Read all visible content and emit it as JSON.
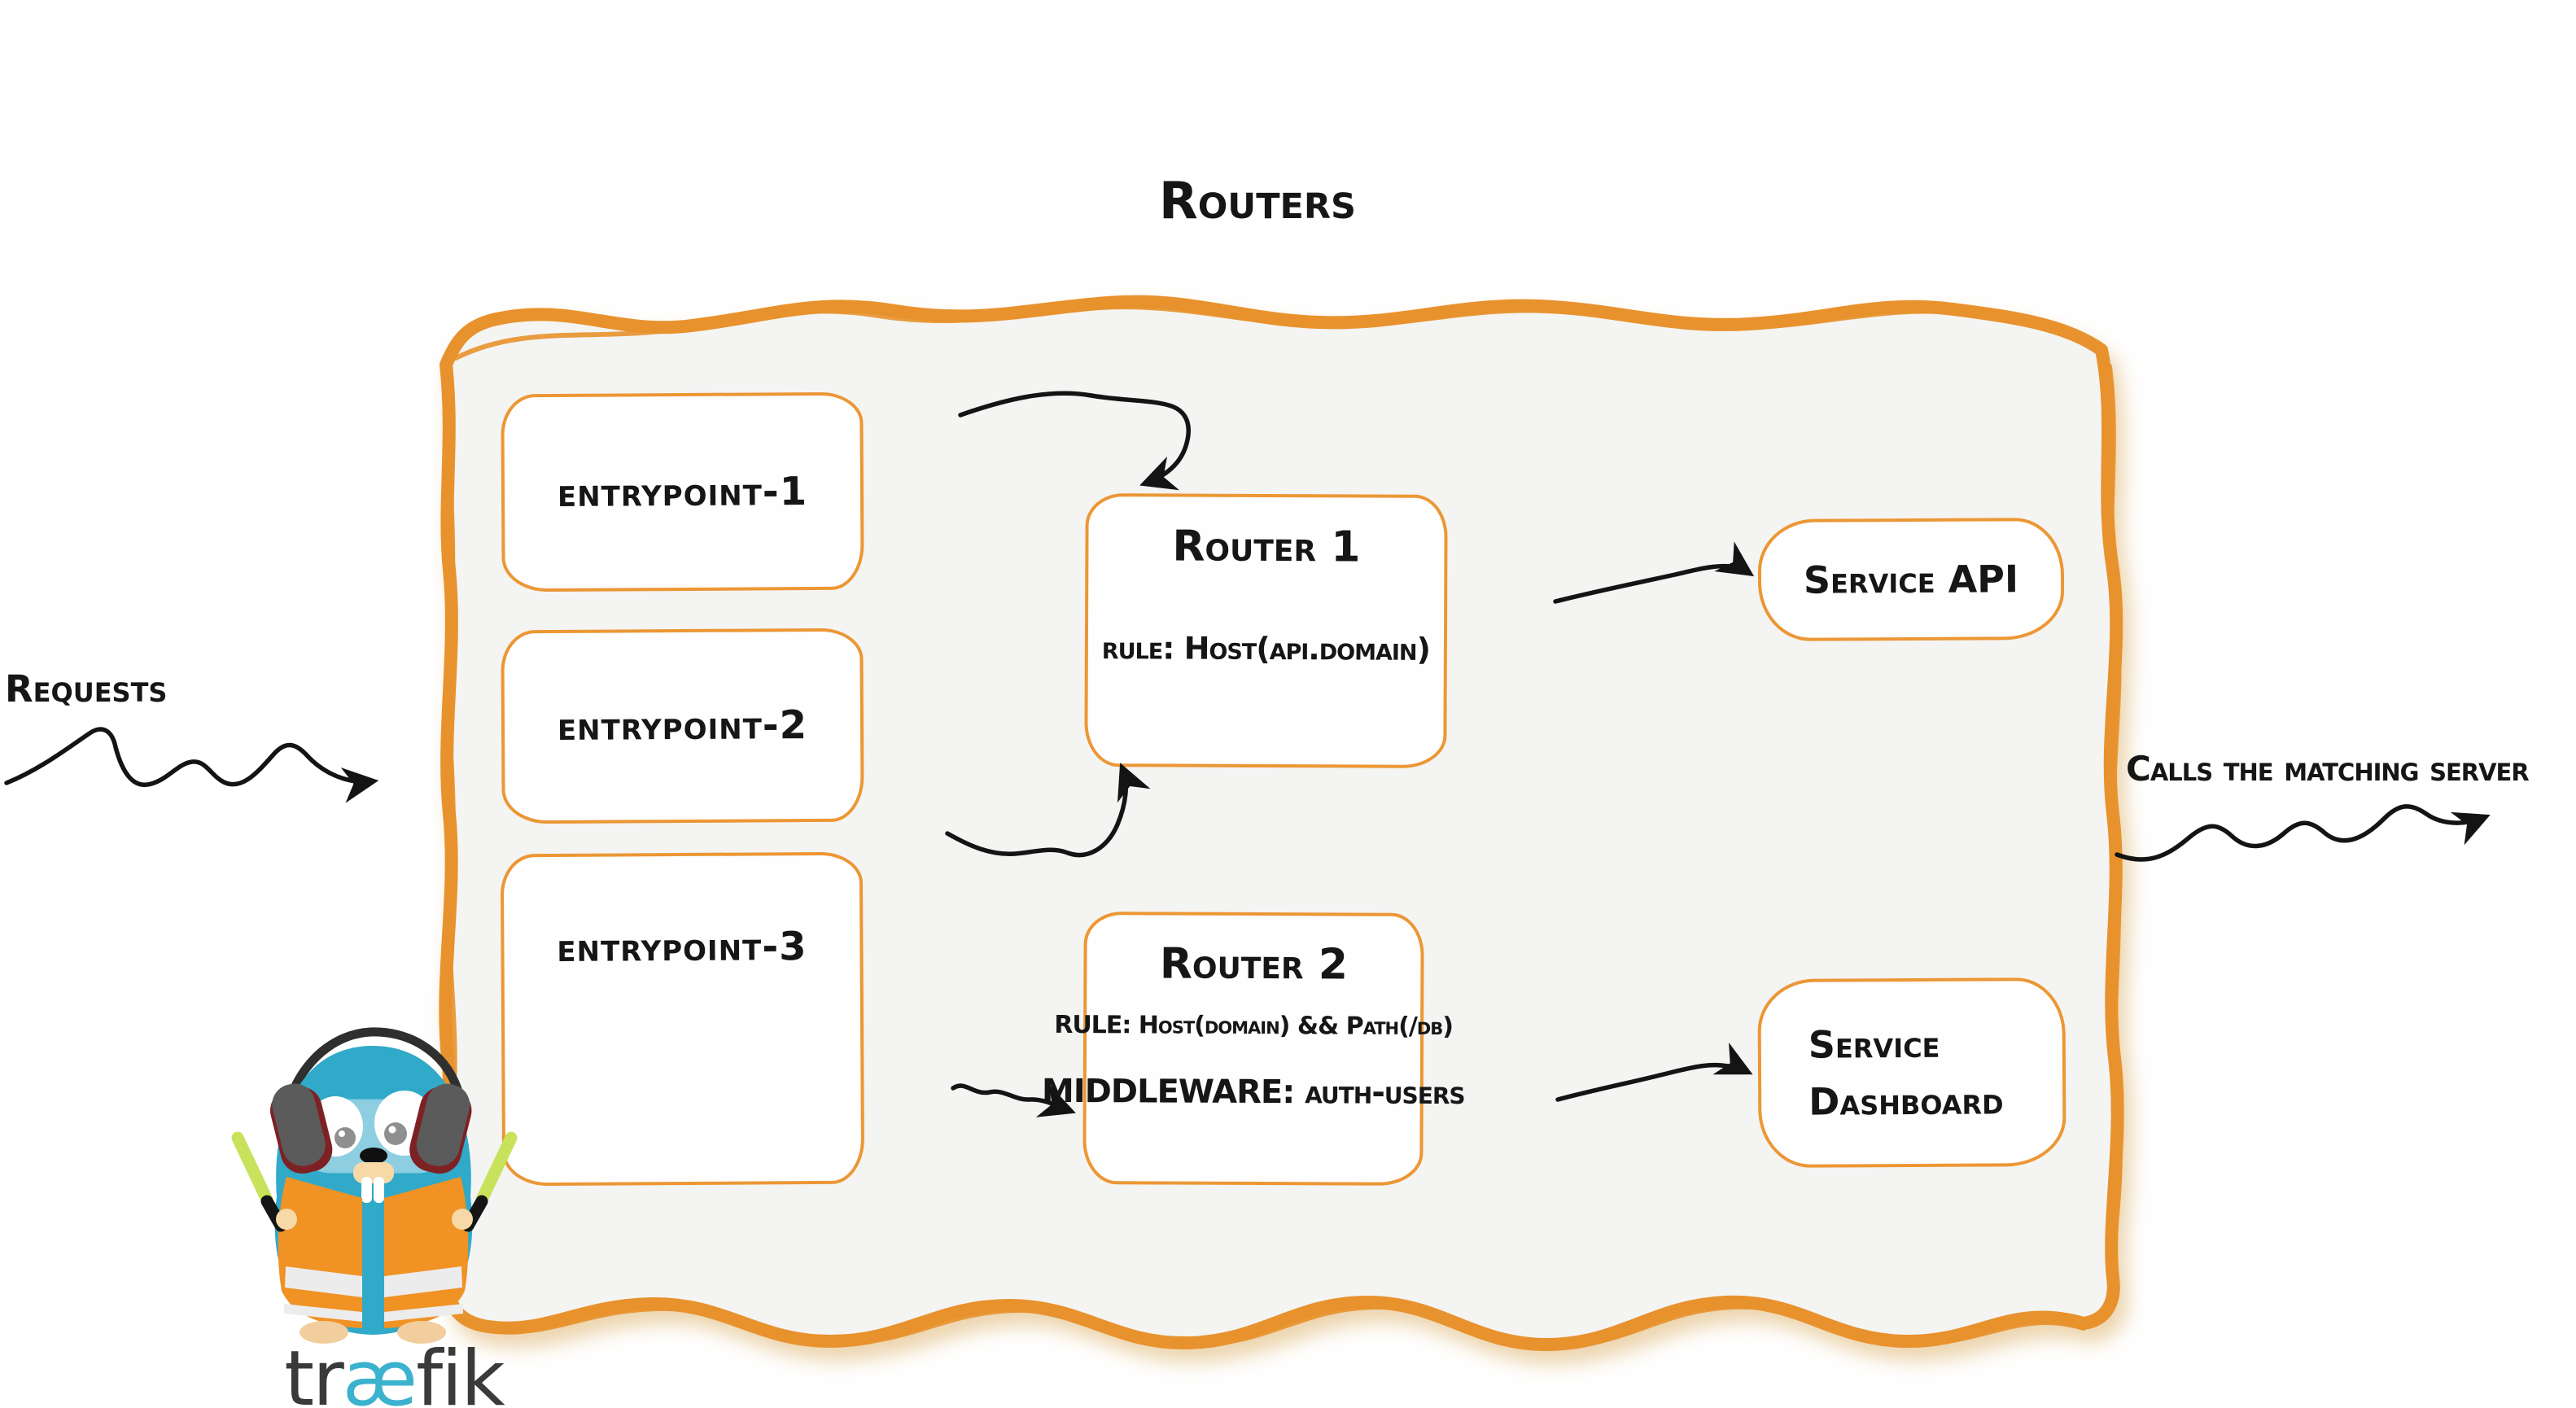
{
  "diagram": {
    "title": "Routers",
    "labels": {
      "requests": "Requests",
      "calls": "Calls the matching server"
    },
    "entrypoints": [
      {
        "label": "entrypoint-1"
      },
      {
        "label": "entrypoint-2"
      },
      {
        "label": "entrypoint-3"
      }
    ],
    "routers": [
      {
        "name": "Router 1",
        "rule": "rule: Host(api.domain)"
      },
      {
        "name": "Router 2",
        "rule": "RULE: Host(domain) && Path(/db)",
        "middleware": "MIDDLEWARE: auth-users"
      }
    ],
    "services": [
      {
        "label": "Service API",
        "lines": [
          "Service API"
        ]
      },
      {
        "label": "Service Dashboard",
        "lines": [
          "Service",
          "Dashboard"
        ]
      }
    ],
    "logo": {
      "wordmark": [
        "tr",
        "æ",
        "fik"
      ],
      "mascot": "traefik-gopher"
    },
    "colors": {
      "container_border_orange": "#E8922E",
      "container_fill": "#F4F4F3",
      "node_border_orange": "#EC9735",
      "node_fill": "#FEFEFE",
      "arrow_black": "#141414",
      "text_black": "#161616",
      "gopher_teal": "#31A9C8",
      "vest_orange": "#F09224",
      "stick_green": "#C9E25B",
      "earcup_gray": "#5B5B5B",
      "earcup_red": "#7E2125",
      "wordmark_dark": "#3A3A3A",
      "wordmark_ae_teal": "#3BB2CE"
    }
  }
}
